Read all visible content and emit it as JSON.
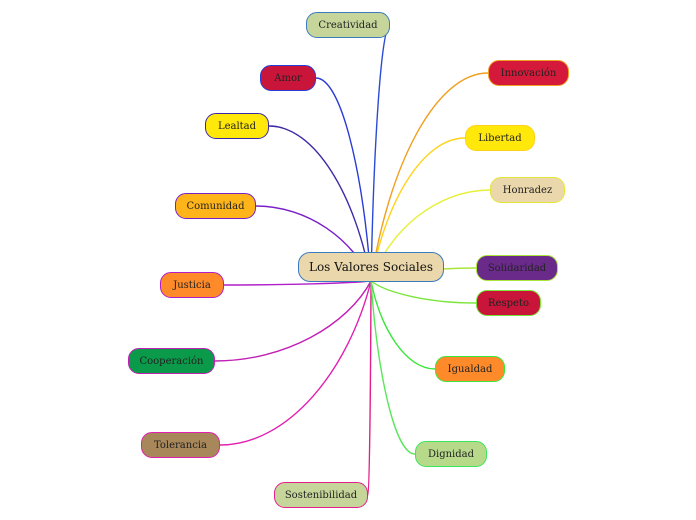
{
  "center": {
    "label": "Los Valores Sociales",
    "fill": "#ead7ab",
    "border": "#3a7bbf"
  },
  "nodes": [
    {
      "id": "creatividad",
      "label": "Creatividad",
      "fill": "#c6d69a",
      "border": "#3a7bbf",
      "link": "#2a4bd6"
    },
    {
      "id": "amor",
      "label": "Amor",
      "fill": "#c9153a",
      "border": "#2a3bd6",
      "link": "#2a3bd6"
    },
    {
      "id": "lealtad",
      "label": "Lealtad",
      "fill": "#ffe80a",
      "border": "#3b2aa8",
      "link": "#3b2aa8"
    },
    {
      "id": "comunidad",
      "label": "Comunidad",
      "fill": "#ffb51a",
      "border": "#7a1fc9",
      "link": "#7a1fc9"
    },
    {
      "id": "justicia",
      "label": "Justicia",
      "fill": "#ff8a2a",
      "border": "#b11fc9",
      "link": "#b11fc9"
    },
    {
      "id": "cooperacion",
      "label": "Cooperación",
      "fill": "#0a9a4a",
      "border": "#c21fb5",
      "link": "#c21fb5"
    },
    {
      "id": "tolerancia",
      "label": "Tolerancia",
      "fill": "#a8875a",
      "border": "#e21fb0",
      "link": "#e21fb0"
    },
    {
      "id": "sostenibilidad",
      "label": "Sostenibilidad",
      "fill": "#c6d69a",
      "border": "#e21f8a",
      "link": "#e21f8a"
    },
    {
      "id": "innovacion",
      "label": "Innovación",
      "fill": "#d4193a",
      "border": "#f0a020",
      "link": "#f0a020"
    },
    {
      "id": "libertad",
      "label": "Libertad",
      "fill": "#ffe80a",
      "border": "#ffd21a",
      "link": "#ffd21a"
    },
    {
      "id": "honradez",
      "label": "Honradez",
      "fill": "#ead7ab",
      "border": "#e6e63a",
      "link": "#e6f03a"
    },
    {
      "id": "solidaridad",
      "label": "Solidaridad",
      "fill": "#6a2a8a",
      "border": "#a8e63a",
      "link": "#a8e63a"
    },
    {
      "id": "respeto",
      "label": "Respeto",
      "fill": "#c9153a",
      "border": "#7ae63a",
      "link": "#7ae63a"
    },
    {
      "id": "igualdad",
      "label": "Igualdad",
      "fill": "#ff8a2a",
      "border": "#3ae63a",
      "link": "#3ae63a"
    },
    {
      "id": "dignidad",
      "label": "Dignidad",
      "fill": "#b7d98a",
      "border": "#3ae65a",
      "link": "#5ae65a"
    }
  ]
}
